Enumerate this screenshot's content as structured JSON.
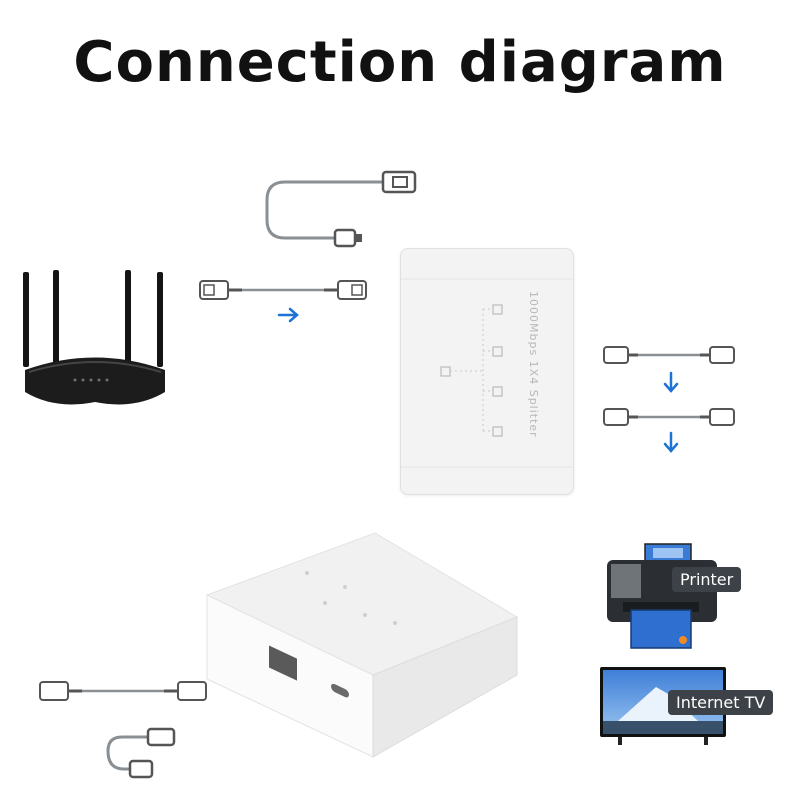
{
  "title": "Connection diagram",
  "splitter": {
    "side_text": "1000Mbps 1X4 Splitter"
  },
  "devices": {
    "printer": "Printer",
    "tv": "Internet TV"
  },
  "colors": {
    "arrow": "#1e73d6",
    "cable": "#8a8f94",
    "body": "#f2f2f2"
  },
  "icons": [
    "router-icon",
    "usb-cable-icon",
    "ethernet-cable-icon",
    "right-arrow-icon",
    "down-arrow-icon",
    "printer-icon",
    "tv-icon"
  ]
}
